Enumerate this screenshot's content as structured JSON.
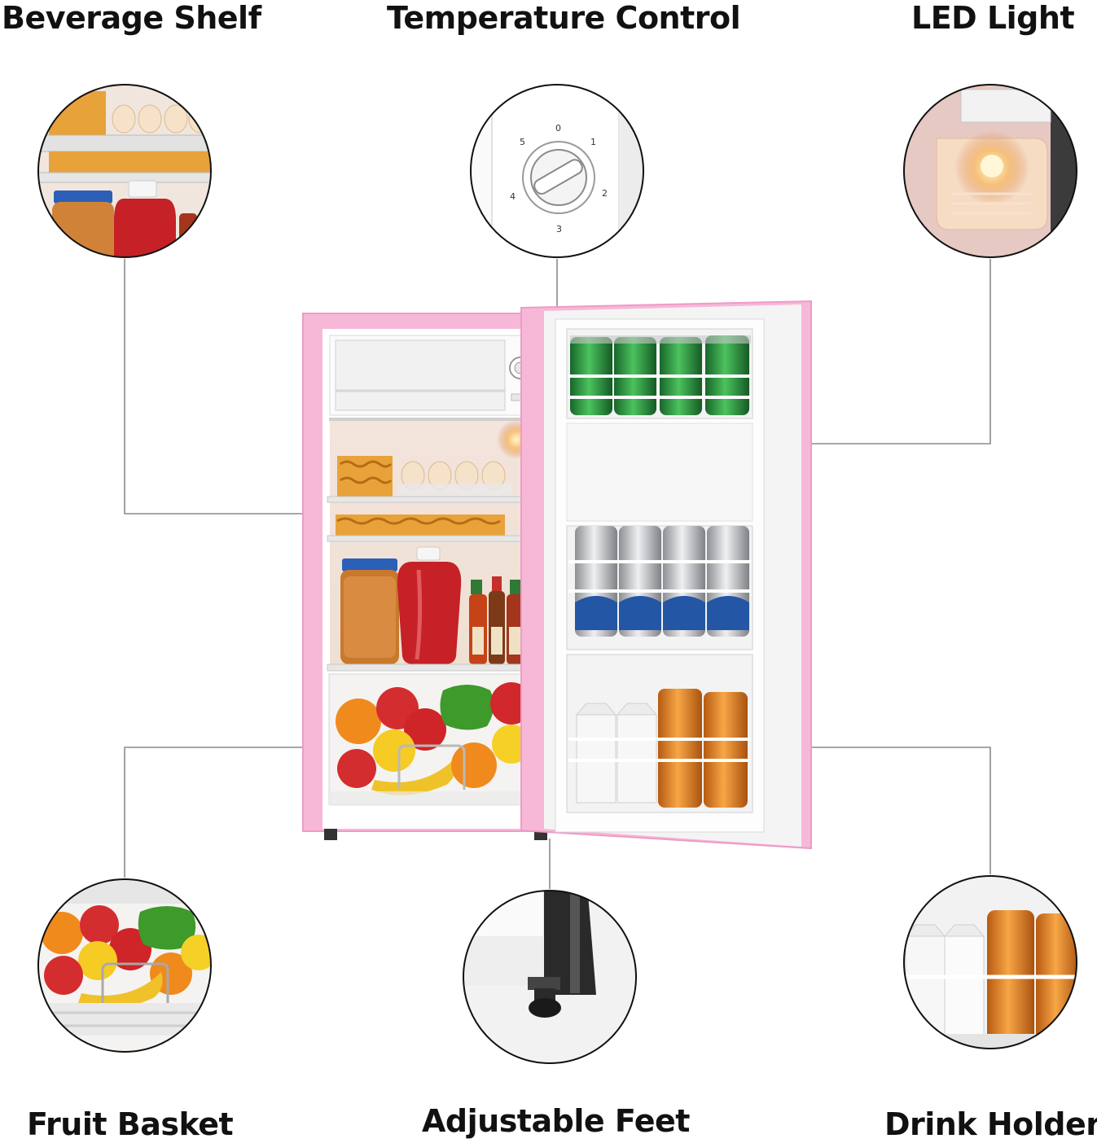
{
  "features": [
    {
      "id": "beverage-shelf",
      "label": "Beverage Shelf"
    },
    {
      "id": "temperature-control",
      "label": "Temperature Control"
    },
    {
      "id": "led-light",
      "label": "LED Light"
    },
    {
      "id": "fruit-basket",
      "label": "Fruit Basket"
    },
    {
      "id": "adjustable-feet",
      "label": "Adjustable Feet"
    },
    {
      "id": "drink-holder",
      "label": "Drink Holder"
    }
  ],
  "dial": {
    "marks": [
      "0",
      "1",
      "2",
      "3",
      "4",
      "5"
    ]
  },
  "colors": {
    "fridge_body": "#f7b8d8",
    "fridge_edge": "#f29cc8",
    "interior": "#f4f1ee",
    "can_green": "#2f9a3e",
    "can_blue": "#2456a6",
    "can_orange": "#ee8a24",
    "ketchup": "#c52127",
    "leader_line": "#8a8a8a"
  }
}
